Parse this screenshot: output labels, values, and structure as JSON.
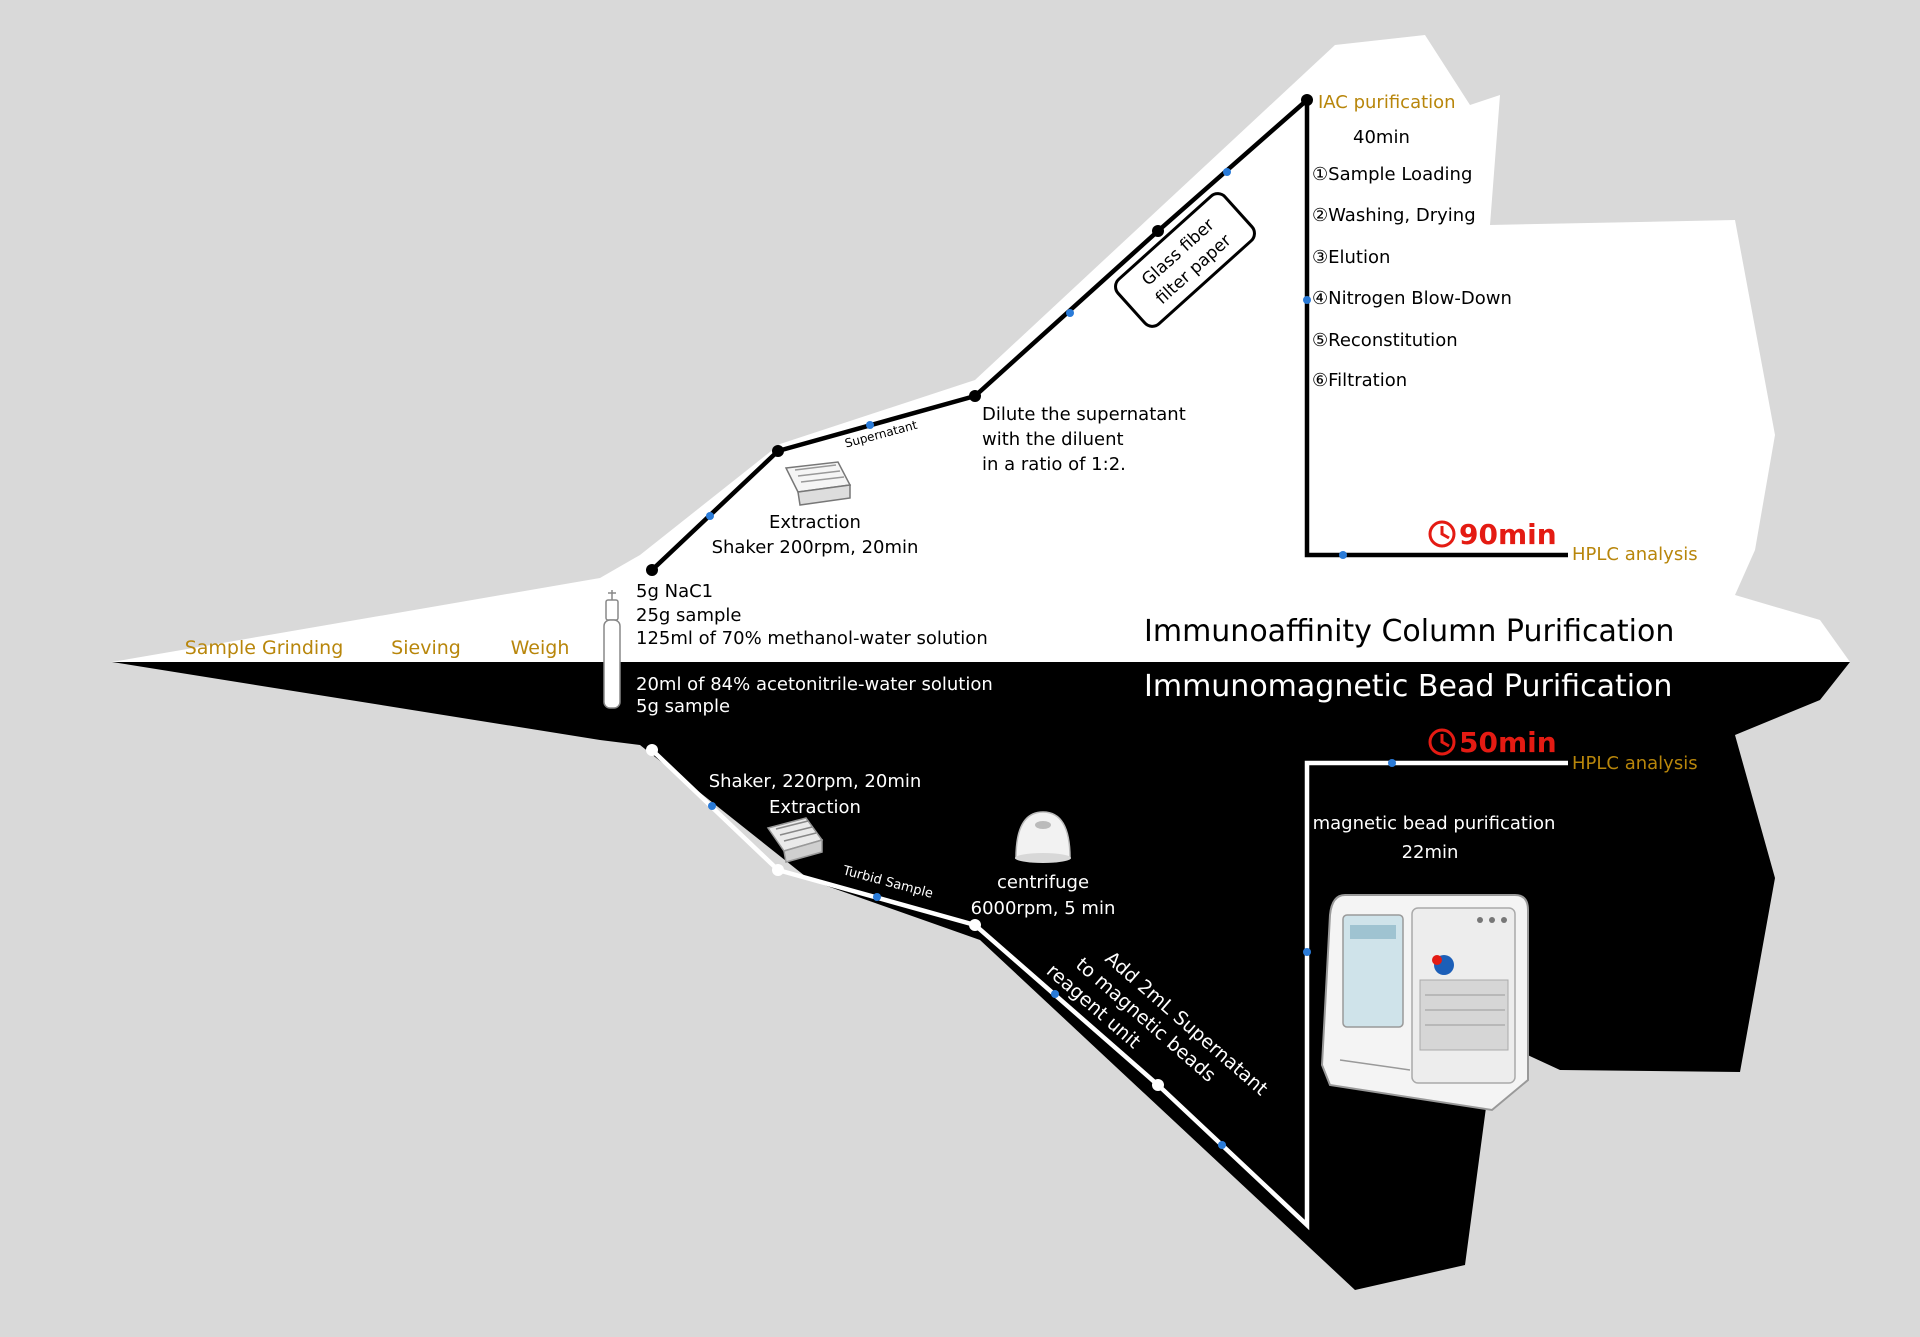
{
  "colors": {
    "background": "#d9d9d9",
    "top_half": "#ffffff",
    "bottom_half": "#000000",
    "label_gold": "#b8860b",
    "time_red": "#e41b13",
    "arrow_blue": "#2a7bd8"
  },
  "prep": {
    "grinding": "Sample Grinding",
    "sieving": "Sieving",
    "weigh": "Weigh"
  },
  "iac": {
    "section_title": "Immunoaffinity Column Purification",
    "reagent_1": "5g NaC1",
    "reagent_2": "25g sample",
    "reagent_3": "125ml of 70% methanol-water solution",
    "extraction_title": "Extraction",
    "extraction_detail": "Shaker 200rpm, 20min",
    "supernatant": "Supernatant",
    "dilute_1": "Dilute the supernatant",
    "dilute_2": "with the diluent",
    "dilute_3": " in a ratio of 1:2.",
    "filter_1": "Glass fiber",
    "filter_2": "filter paper",
    "purification_title": "IAC purification",
    "duration": "40min",
    "steps": [
      "①Sample Loading",
      "②Washing, Drying",
      "③Elution",
      "④Nitrogen Blow-Down",
      "⑤Reconstitution",
      "⑥Filtration"
    ],
    "total_time": "90min",
    "hplc": "HPLC analysis"
  },
  "imb": {
    "section_title": "Immunomagnetic Bead Purification",
    "reagent_1": "20ml of 84% acetonitrile-water solution",
    "reagent_2": "5g sample",
    "shaker": "Shaker, 220rpm, 20min",
    "extraction": "Extraction",
    "turbid": "Turbid Sample",
    "centrifuge_title": "centrifuge",
    "centrifuge_detail": "6000rpm, 5 min",
    "add_1": "Add 2mL Supernatant",
    "add_2": "to magnetic beads",
    "add_3": "reagent unit",
    "purification_title": "magnetic bead purification",
    "duration": "22min",
    "total_time": "50min",
    "hplc": "HPLC analysis"
  }
}
